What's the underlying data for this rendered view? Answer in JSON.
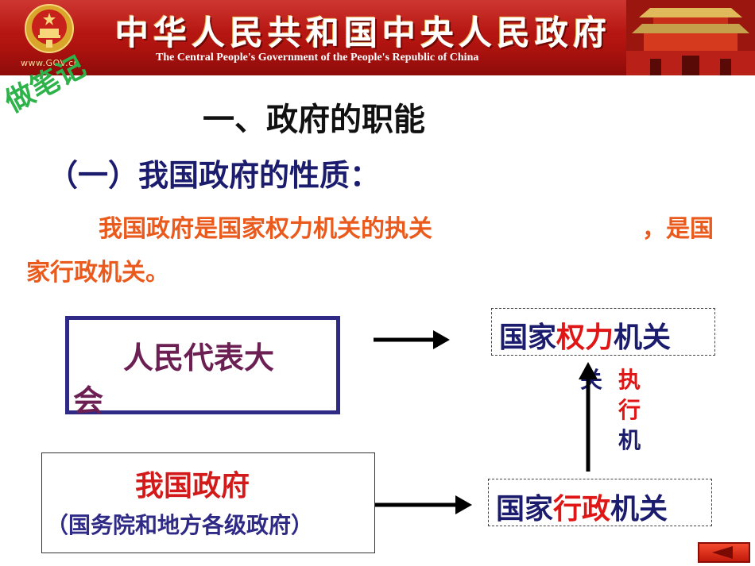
{
  "banner": {
    "title": "中华人民共和国中央人民政府",
    "subtitle": "The Central People's Government of the People's Republic of China",
    "site": "www.GOV.cn"
  },
  "note": "做笔记",
  "heading1": "一、政府的职能",
  "heading2": "（一）我国政府的性质：",
  "definition": {
    "line1": "我国政府是国家权力机关的执关",
    "line1_end": "，是国",
    "line2": "家行政机关。"
  },
  "npc_box": {
    "line1": "人民代表大",
    "line2": "会"
  },
  "gov_box": {
    "line1": "我国政府",
    "line2": "（国务院和地方各级政府）"
  },
  "power_organ": {
    "part1": "国家",
    "part2": "权力",
    "part3": "机关"
  },
  "admin_organ": {
    "part1": "国家",
    "part2": "行政",
    "part3": "机关"
  },
  "relation": {
    "char1": "关",
    "char2": "执",
    "char3": "行",
    "char4": "机"
  },
  "colors": {
    "banner_red": "#b0130f",
    "accent_red": "#e01616",
    "navy": "#1c1c6e",
    "orange": "#ea5a1c",
    "green": "#2db34a"
  },
  "icons": [
    "national-emblem-icon",
    "tiananmen-gate-icon",
    "back-triangle-icon"
  ]
}
